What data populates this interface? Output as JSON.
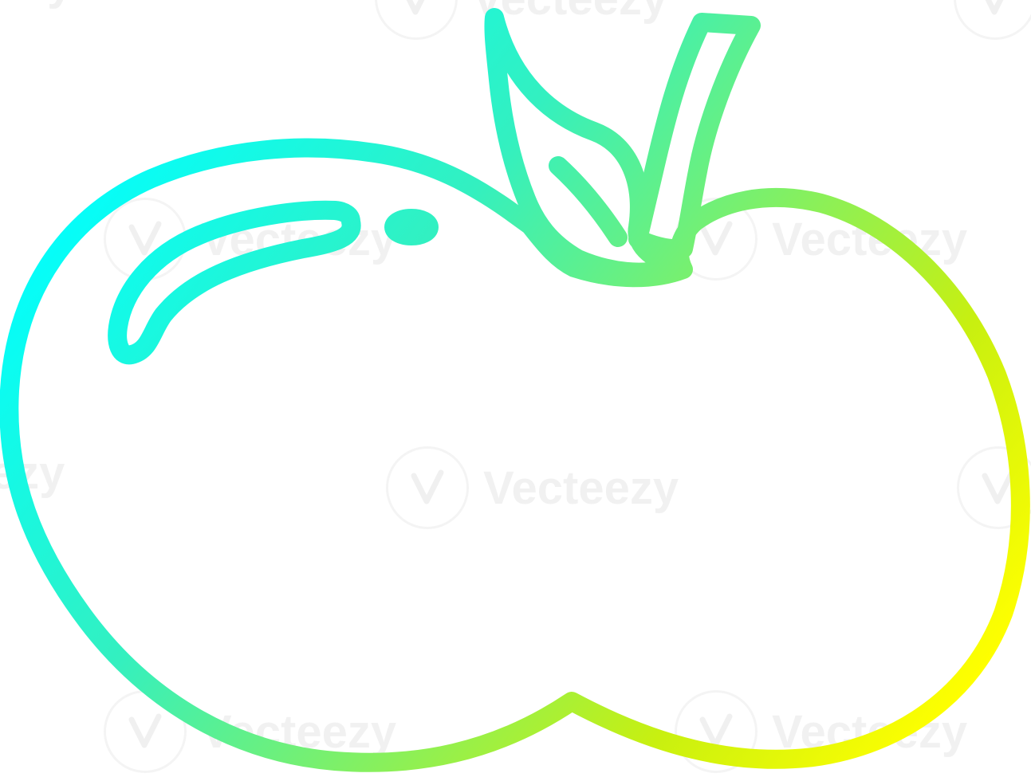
{
  "image": {
    "subject": "apple-outline-drawing",
    "stroke_gradient": [
      "#00ffff",
      "#33f0c0",
      "#77f070",
      "#c8f010",
      "#ffff00"
    ]
  },
  "watermark": {
    "text": "Vecteezy",
    "partial_text": "cteezy",
    "icon": "vecteezy-logo-icon"
  }
}
